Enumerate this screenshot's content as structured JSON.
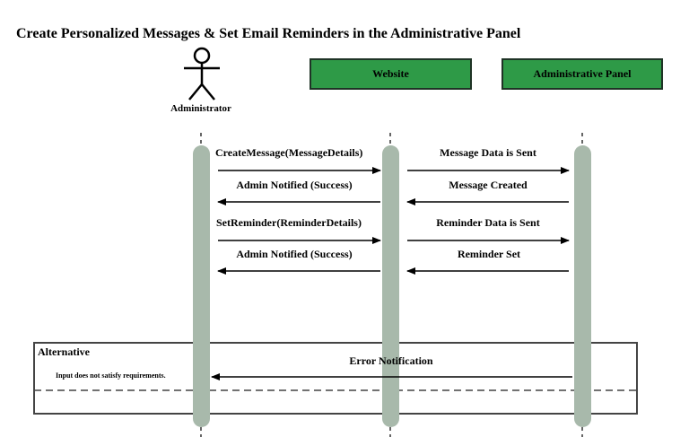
{
  "title": "Create Personalized Messages & Set Email Reminders in the Administrative Panel",
  "participants": {
    "administrator": {
      "label": "Administrator",
      "kind": "actor"
    },
    "website": {
      "label": "Website",
      "kind": "box"
    },
    "admin_panel": {
      "label": "Administrative Panel",
      "kind": "box"
    }
  },
  "messages": [
    {
      "label": "CreateMessage(MessageDetails)",
      "from": "administrator",
      "to": "website"
    },
    {
      "label": "Message Data is Sent",
      "from": "website",
      "to": "admin_panel"
    },
    {
      "label": "Admin Notified (Success)",
      "from": "website",
      "to": "administrator"
    },
    {
      "label": "Message Created",
      "from": "admin_panel",
      "to": "website"
    },
    {
      "label": "SetReminder(ReminderDetails)",
      "from": "administrator",
      "to": "website"
    },
    {
      "label": "Reminder Data is Sent",
      "from": "website",
      "to": "admin_panel"
    },
    {
      "label": "Admin Notified (Success)",
      "from": "website",
      "to": "administrator"
    },
    {
      "label": "Reminder Set",
      "from": "admin_panel",
      "to": "website"
    },
    {
      "label": "Error Notification",
      "from": "admin_panel",
      "to": "administrator"
    }
  ],
  "frame": {
    "title": "Alternative",
    "guard": "Input does not satisfy requirements."
  },
  "colors": {
    "box_fill": "#2e9a47",
    "box_border": "#1f3326",
    "lifeline_bar": "#a8b9ab",
    "arrow": "#000000",
    "frame_border": "#444444"
  }
}
